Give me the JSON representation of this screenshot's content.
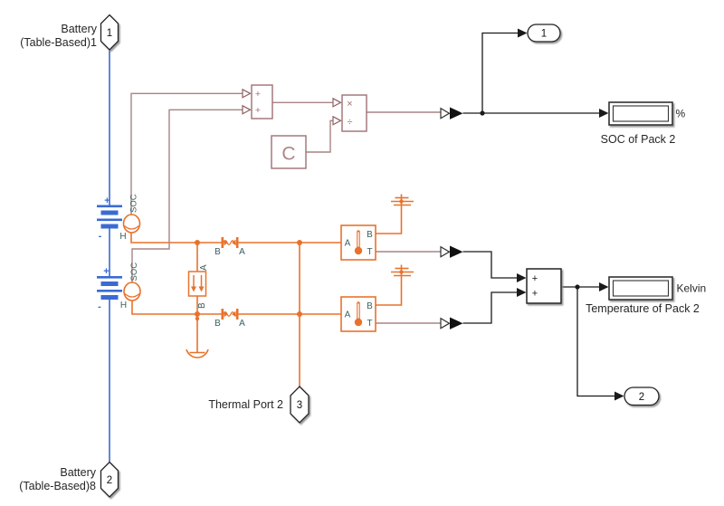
{
  "app": "Simulink block diagram canvas",
  "labels": {
    "battery1_line1": "Battery",
    "battery1_line2": "(Table-Based)1",
    "battery8_line1": "Battery",
    "battery8_line2": "(Table-Based)8",
    "thermal_port": "Thermal Port 2",
    "soc_display": "SOC of Pack 2",
    "soc_unit": "%",
    "temp_display": "Temperature of Pack 2",
    "temp_unit": "Kelvin"
  },
  "ports": {
    "in1": "1",
    "in2": "2",
    "thermal3": "3",
    "out1": "1",
    "out2": "2"
  },
  "blocks": {
    "ps_sum": {
      "plus1": "+",
      "plus2": "+"
    },
    "ps_divide": {
      "mul": "×",
      "div": "÷"
    },
    "constant": {
      "label": "C"
    },
    "sum": {
      "plus1": "+",
      "plus2": "+"
    },
    "battery1": {
      "plus": "+",
      "minus": "-",
      "soc": "SOC",
      "h": "H"
    },
    "battery2": {
      "plus": "+",
      "minus": "-",
      "soc": "SOC",
      "h": "H"
    },
    "sensor1": {
      "a": "A",
      "b": "B",
      "t": "T"
    },
    "sensor2": {
      "a": "A",
      "b": "B",
      "t": "T"
    },
    "cond1": {
      "b": "B",
      "a": "A"
    },
    "cond2": {
      "b": "B",
      "a": "A"
    },
    "conv": {
      "a": "A",
      "b": "B"
    }
  },
  "colors": {
    "electrical_blue": "#3A6BD2",
    "thermal_orange": "#E8722C",
    "physical_signal_line": "#A88484",
    "physical_block_border": "#9E7073",
    "port_label_teal": "#3A5F5F",
    "signal_black": "#1A1A1A"
  }
}
